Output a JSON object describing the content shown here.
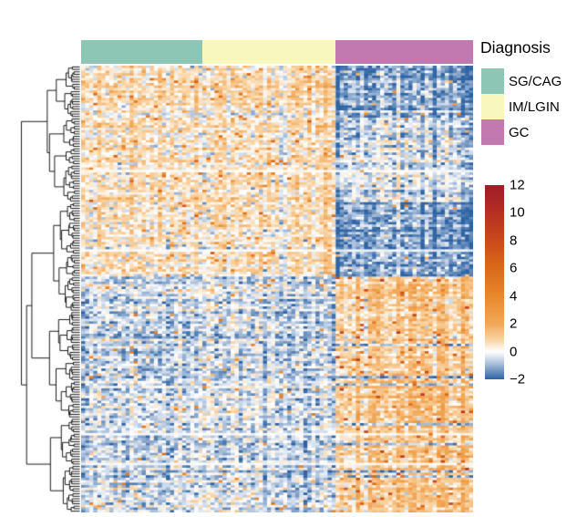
{
  "annotation": {
    "title": "Diagnosis",
    "groups": [
      {
        "label": "SG/CAG",
        "color": "#8EC6B6",
        "columns": 30
      },
      {
        "label": "IM/LGIN",
        "color": "#F7F7BE",
        "columns": 33
      },
      {
        "label": "GC",
        "color": "#C07AAF",
        "columns": 34
      }
    ]
  },
  "colorbar": {
    "min": -2,
    "max": 12,
    "ticks": [
      {
        "value": 12,
        "label": "12"
      },
      {
        "value": 10,
        "label": "10"
      },
      {
        "value": 8,
        "label": "8"
      },
      {
        "value": 6,
        "label": "6"
      },
      {
        "value": 4,
        "label": "4"
      },
      {
        "value": 2,
        "label": "2"
      },
      {
        "value": 0,
        "label": "0"
      },
      {
        "value": -2,
        "label": "−2"
      }
    ]
  },
  "chart_data": {
    "type": "heatmap",
    "rows": 180,
    "columns": 97,
    "value_range": [
      -2,
      12
    ],
    "seed": 1337,
    "legend_position": "right",
    "annotation_title": "Diagnosis",
    "column_groups": [
      {
        "name": "SG/CAG",
        "columns": 30
      },
      {
        "name": "IM/LGIN",
        "columns": 33
      },
      {
        "name": "GC",
        "columns": 34
      }
    ],
    "row_clusters": [
      {
        "name": "upper-cluster",
        "rows": 85,
        "block_means": {
          "SG/CAG": 0.5,
          "IM/LGIN": 0.5,
          "GC": -0.7
        },
        "block_sd": {
          "SG/CAG": 0.35,
          "IM/LGIN": 0.35,
          "GC": 0.45
        }
      },
      {
        "name": "lower-cluster",
        "rows": 95,
        "block_means": {
          "SG/CAG": -0.45,
          "IM/LGIN": -0.45,
          "GC": 1.15
        },
        "block_sd": {
          "SG/CAG": 0.3,
          "IM/LGIN": 0.3,
          "GC": 0.5
        }
      }
    ],
    "dendrogram": {
      "side": "left",
      "leaves": 180
    },
    "colormap_stops": [
      {
        "v": -2,
        "c": "#2E63A3"
      },
      {
        "v": -0.6,
        "c": "#C6D5E8"
      },
      {
        "v": 0,
        "c": "#FFFFFF"
      },
      {
        "v": 0.8,
        "c": "#F9D6A8"
      },
      {
        "v": 2,
        "c": "#F2A858"
      },
      {
        "v": 4,
        "c": "#E8882C"
      },
      {
        "v": 6,
        "c": "#DA6A1A"
      },
      {
        "v": 8,
        "c": "#C94A1B"
      },
      {
        "v": 10,
        "c": "#B53022"
      },
      {
        "v": 12,
        "c": "#9E1B28"
      }
    ]
  }
}
